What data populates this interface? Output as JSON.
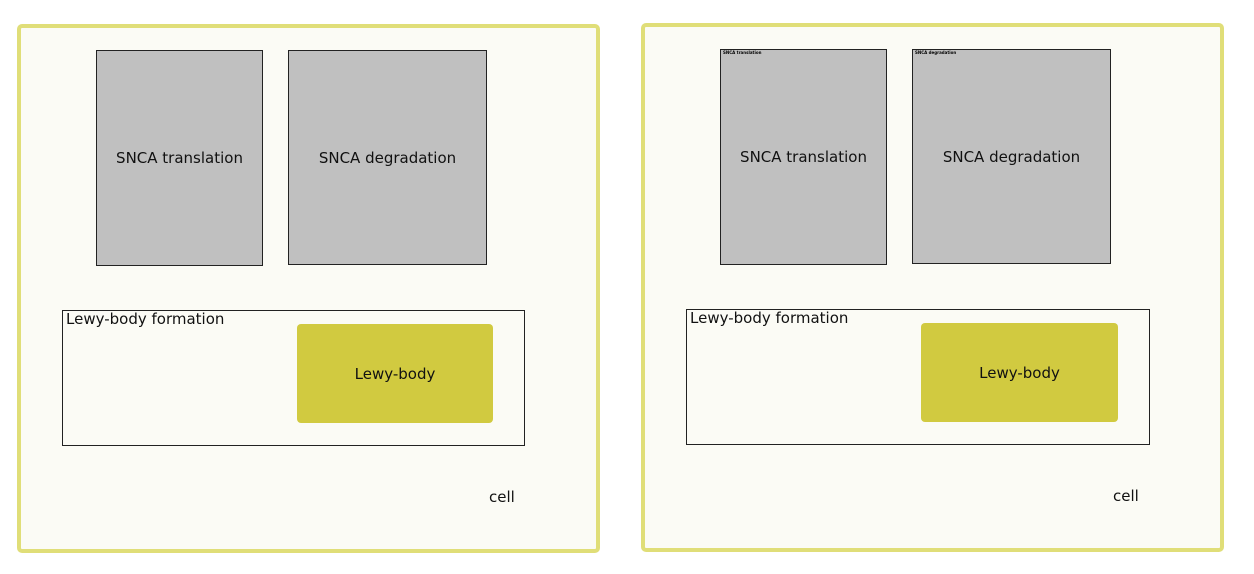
{
  "panels": [
    {
      "cell": "cell",
      "translation": "SNCA translation",
      "degradation": "SNCA degradation",
      "formation": "Lewy-body formation",
      "lewy_body": "Lewy-body"
    },
    {
      "cell": "cell",
      "translation": "SNCA translation",
      "degradation": "SNCA degradation",
      "formation": "Lewy-body formation",
      "lewy_body": "Lewy-body"
    }
  ],
  "colors": {
    "cell_fill": "#fbfbf5",
    "cell_border": "#e0de78",
    "process_fill": "#c0c0c0",
    "lewy_body_fill": "#d1ca40"
  }
}
